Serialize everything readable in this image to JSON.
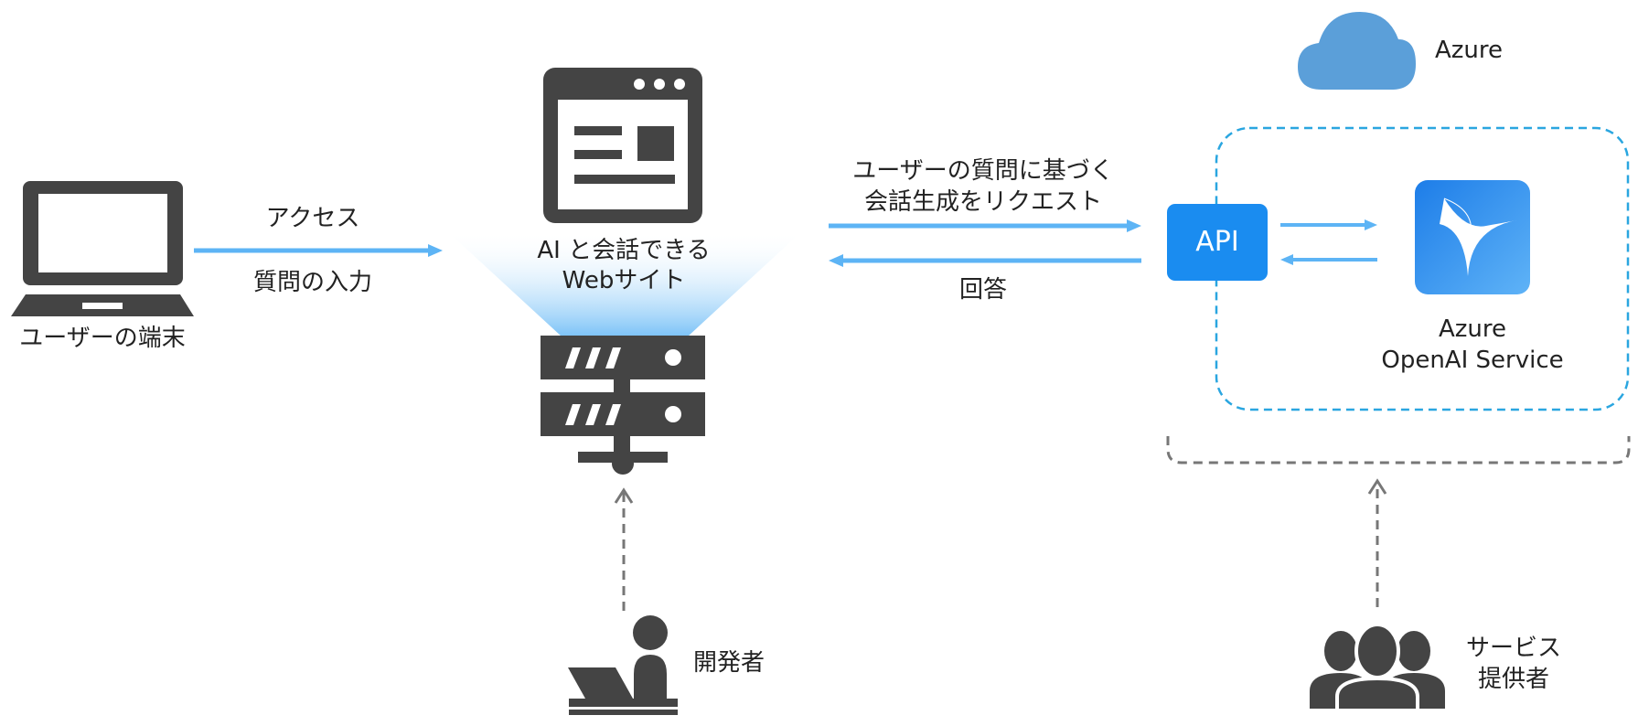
{
  "colors": {
    "arrow_blue": "#5db4f5",
    "icon_gray": "#444444",
    "api_blue": "#1a8cf0",
    "cloud_blue": "#5b9fd9",
    "dashed_cyan": "#2aa6e0",
    "dashed_gray": "#777777"
  },
  "nodes": {
    "user_device": {
      "label": "ユーザーの端末",
      "icon": "laptop-icon"
    },
    "website": {
      "label_line1": "AI と会話できる",
      "label_line2": "Webサイト",
      "icon": "browser-window-icon",
      "server_icon": "server-icon"
    },
    "developer": {
      "label": "開発者",
      "icon": "developer-icon"
    },
    "azure": {
      "label": "Azure",
      "icon": "cloud-icon"
    },
    "api": {
      "label": "API"
    },
    "openai": {
      "label_line1": "Azure",
      "label_line2": "OpenAI Service",
      "icon": "openai-service-icon"
    },
    "provider": {
      "label_line1": "サービス",
      "label_line2": "提供者",
      "icon": "group-icon"
    }
  },
  "edges": {
    "access": {
      "top_label": "アクセス",
      "bottom_label": "質問の入力"
    },
    "request": {
      "line1": "ユーザーの質問に基づく",
      "line2": "会話生成をリクエスト"
    },
    "response": {
      "label": "回答"
    }
  }
}
